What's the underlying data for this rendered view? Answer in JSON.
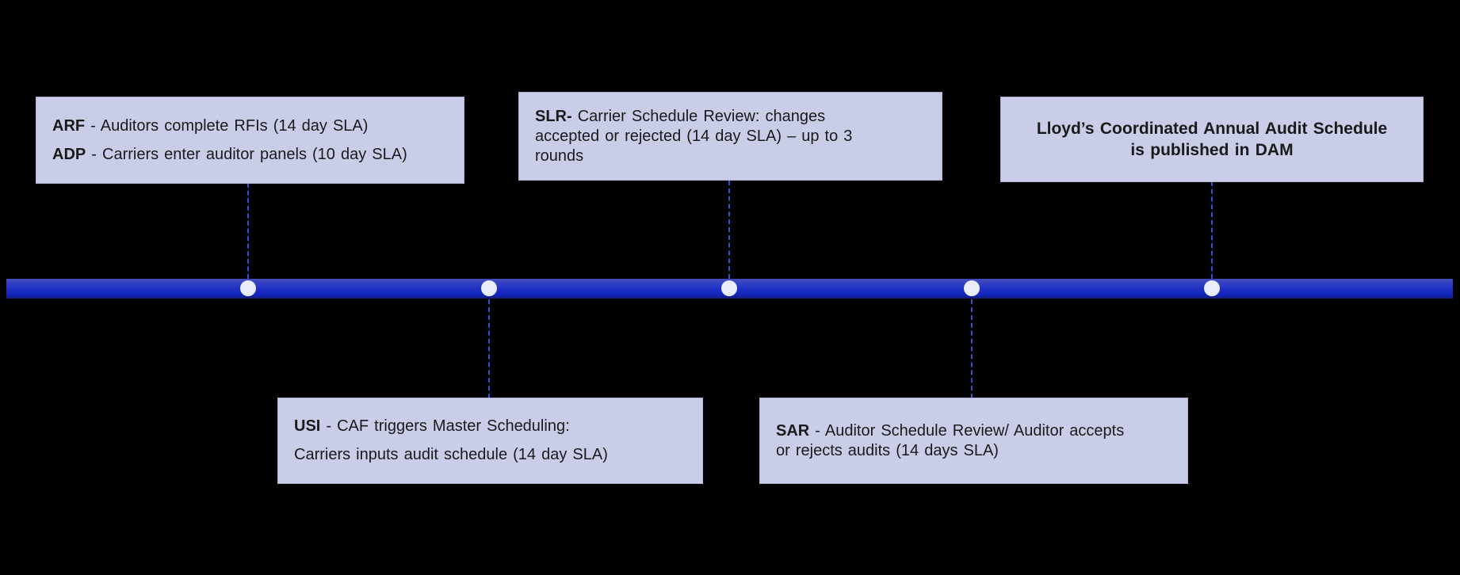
{
  "theme": {
    "page_bg": "#000000",
    "box_bg": "#C9CDE8",
    "box_border": "#AEB3D6",
    "text_color": "#1A1A1A",
    "bar_top": "#454DBB",
    "bar_mid": "#2134C6",
    "bar_deep": "#0F23B7",
    "bar_edge": "#131B6E",
    "dot_color": "#EAECF8",
    "dash_color": "#3B51CC"
  },
  "timeline": {
    "events": [
      {
        "name": "arf-adp",
        "side": "top",
        "lines": [
          {
            "bold": "ARF",
            "rest": " - Auditors complete RFIs (14 day SLA)"
          },
          {
            "bold": "ADP",
            "rest": " - Carriers enter auditor panels (10 day SLA)"
          }
        ]
      },
      {
        "name": "usi",
        "side": "bottom",
        "lines": [
          {
            "bold": "USI",
            "rest": " - CAF triggers Master Scheduling:"
          },
          {
            "bold": "",
            "rest": "Carriers inputs audit schedule (14 day SLA)"
          }
        ]
      },
      {
        "name": "slr",
        "side": "top",
        "lines": [
          {
            "bold": "SLR-",
            "rest": " Carrier Schedule Review: changes\naccepted or rejected (14 day SLA) – up to 3\nrounds"
          }
        ]
      },
      {
        "name": "sar",
        "side": "bottom",
        "lines": [
          {
            "bold": "SAR",
            "rest": " - Auditor Schedule Review/ Auditor accepts\nor rejects audits (14 days SLA)"
          }
        ]
      },
      {
        "name": "publish",
        "side": "top",
        "lines": [
          {
            "bold": "Lloyd’s Coordinated Annual Audit Schedule\nis published in DAM",
            "rest": ""
          }
        ]
      }
    ]
  }
}
